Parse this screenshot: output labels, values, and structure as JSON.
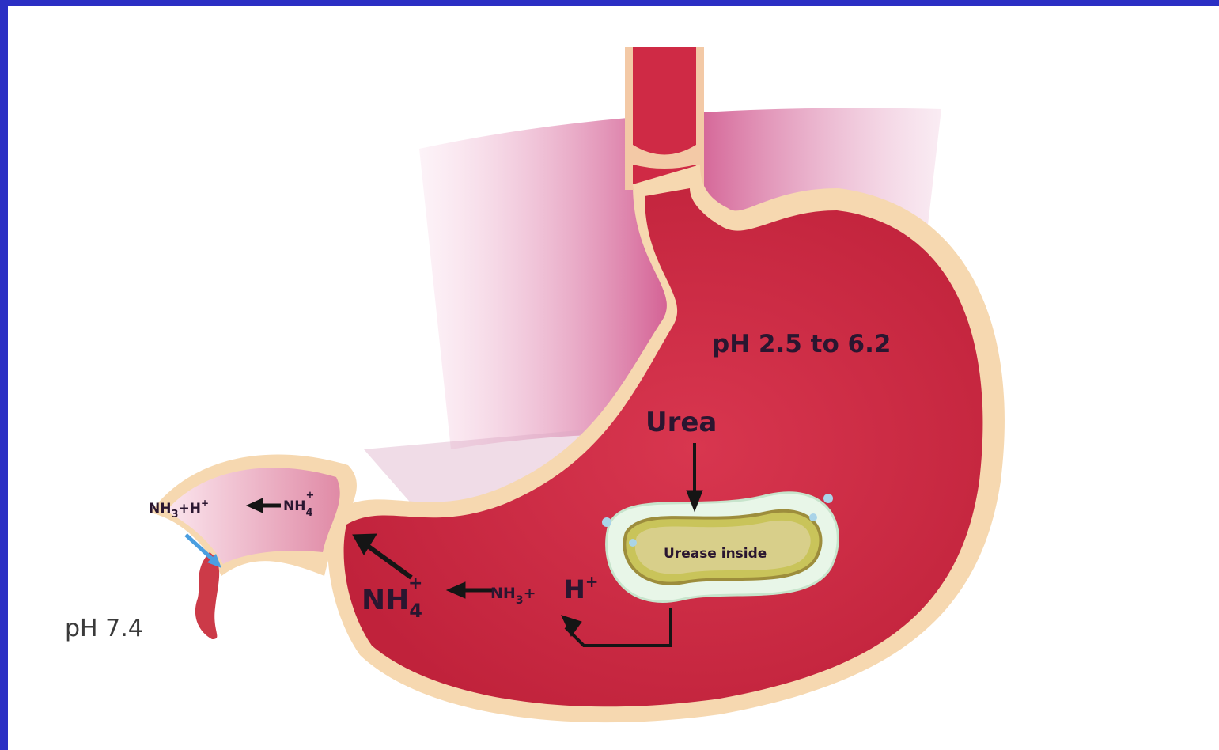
{
  "labels": {
    "stomach_ph": "pH 2.5 to 6.2",
    "urea": "Urea",
    "urease": "Urease inside",
    "blood_ph": "pH 7.4",
    "nh3": "NH",
    "nh3_sub": "3",
    "plus_sign": "+",
    "h": "H",
    "h_sup": "+",
    "nh4": "NH",
    "nh4_sub": "4",
    "nh4_sup": "+"
  },
  "colors": {
    "background_border": "#2b2fc4",
    "stomach_red": "#cf2a45",
    "stomach_wall": "#f6d8b0",
    "membrane_pink": "#c83878",
    "bacterium_ring": "#e8f6e8",
    "arrow": "#151515",
    "blood_vessel": "#cc3a48",
    "blue_arrow": "#4a9ee0"
  }
}
